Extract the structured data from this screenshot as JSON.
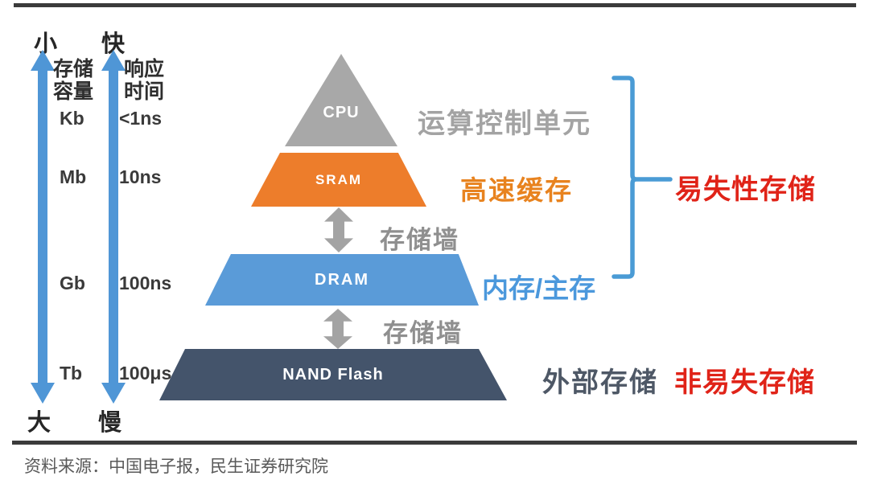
{
  "axes": {
    "capacity": {
      "top": "小",
      "bottom": "大",
      "label_line1": "存储",
      "label_line2": "容量"
    },
    "speed": {
      "top": "快",
      "bottom": "慢",
      "label_line1": "响应",
      "label_line2": "时间"
    },
    "rows": [
      {
        "capacity": "Kb",
        "time": "<1ns"
      },
      {
        "capacity": "Mb",
        "time": "10ns"
      },
      {
        "capacity": "Gb",
        "time": "100ns"
      },
      {
        "capacity": "Tb",
        "time": "100μs"
      }
    ]
  },
  "pyramid": {
    "layers": [
      {
        "name": "CPU",
        "annotation": "运算控制单元",
        "color": "#a8a8a8",
        "annotation_color": "#a3a3a3"
      },
      {
        "name": "SRAM",
        "annotation": "高速缓存",
        "color": "#ed7d2b",
        "annotation_color": "#e8831f"
      },
      {
        "name": "DRAM",
        "annotation": "内存/主存",
        "color": "#5a9bd8",
        "annotation_color": "#4b98dc"
      },
      {
        "name": "NAND Flash",
        "annotation": "外部存储",
        "color": "#44546b",
        "annotation_color": "#4e5866"
      }
    ],
    "walls": [
      {
        "label": "存储墙"
      },
      {
        "label": "存储墙"
      }
    ]
  },
  "classifications": {
    "volatile": "易失性存储",
    "non_volatile": "非易失存储",
    "text_color": "#e02318",
    "bracket_color": "#4a9bd5",
    "arrow_blue": "#4f96d6",
    "arrow_gray": "#a3a3a3"
  },
  "source": "资料来源：中国电子报，民生证券研究院"
}
